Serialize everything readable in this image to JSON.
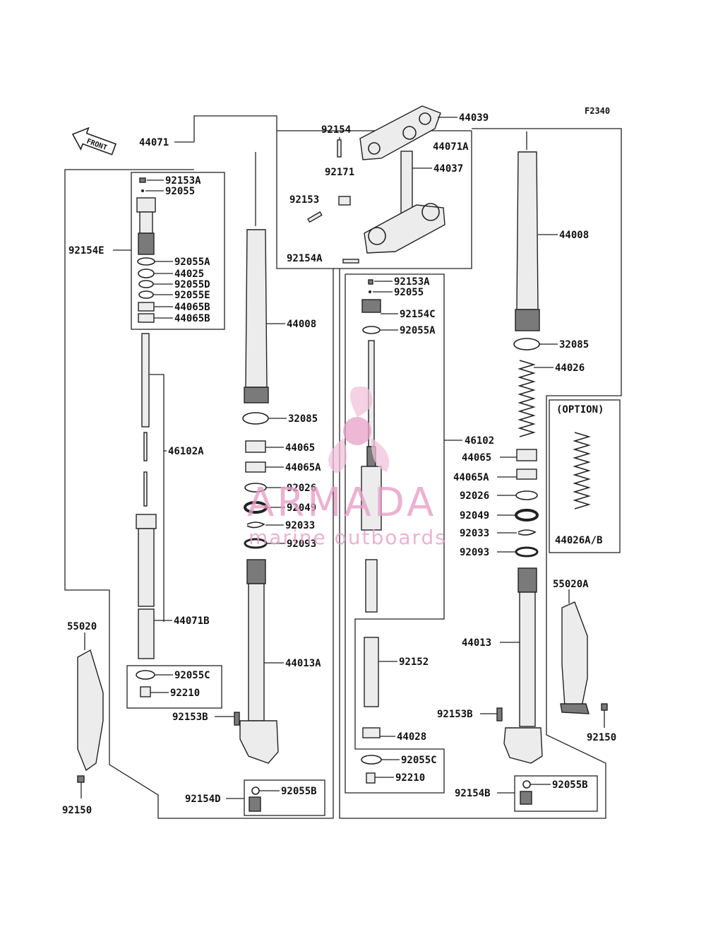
{
  "figure_code": "F2340",
  "front_arrow_label": "FRONT",
  "option_label": "(OPTION)",
  "watermark": {
    "brand": "ARMADA",
    "tagline": "marine outboards",
    "color": "#e8a0c8"
  },
  "labels": {
    "p44071": "44071",
    "p44039": "44039",
    "p92154_top": "92154",
    "p44071A": "44071A",
    "p92171": "92171",
    "p44037": "44037",
    "p92153_top": "92153",
    "p92154A": "92154A",
    "l_92153A": "92153A",
    "l_92055": "92055",
    "p92154E": "92154E",
    "l_92055A": "92055A",
    "l_44025": "44025",
    "l_92055D": "92055D",
    "l_92055E": "92055E",
    "l_44065B_1": "44065B",
    "l_44065B_2": "44065B",
    "l_46102A": "46102A",
    "l_44071B": "44071B",
    "l_92055C": "92055C",
    "l_92210": "92210",
    "l_55020": "55020",
    "l_92150": "92150",
    "m_44008": "44008",
    "m_32085": "32085",
    "m_44065": "44065",
    "m_44065A": "44065A",
    "m_92026": "92026",
    "m_92049": "92049",
    "m_92033": "92033",
    "m_92093": "92093",
    "m_44013A": "44013A",
    "m_92153B": "92153B",
    "m_92154D": "92154D",
    "m_92055B": "92055B",
    "c_92153A": "92153A",
    "c_92055": "92055",
    "c_92154C": "92154C",
    "c_92055A": "92055A",
    "c_46102": "46102",
    "c_92152": "92152",
    "c_44028": "44028",
    "c_92055C": "92055C",
    "c_92210": "92210",
    "r_44008": "44008",
    "r_32085": "32085",
    "r_44026": "44026",
    "r_44065": "44065",
    "r_44065A": "44065A",
    "r_92026": "92026",
    "r_92049": "92049",
    "r_92033": "92033",
    "r_92093": "92093",
    "r_44013": "44013",
    "r_55020A": "55020A",
    "r_92153B": "92153B",
    "r_92150": "92150",
    "r_92154B": "92154B",
    "r_92055B": "92055B",
    "r_44026AB": "44026A/B"
  }
}
